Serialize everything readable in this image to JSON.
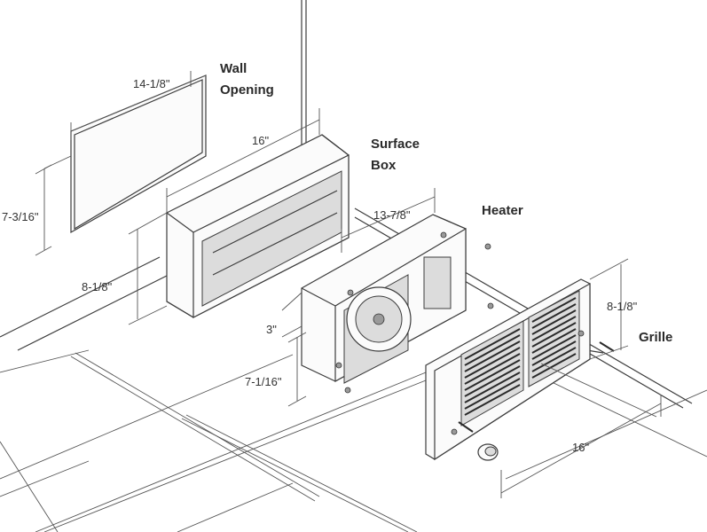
{
  "labels": {
    "wall_opening": [
      "Wall",
      "Opening"
    ],
    "surface_box": [
      "Surface",
      "Box"
    ],
    "heater": "Heater",
    "grille": "Grille"
  },
  "dimensions": {
    "wall_opening_width": "14-1/8\"",
    "wall_opening_height": "7-3/16\"",
    "surface_box_width": "16\"",
    "surface_box_height": "8-1/8\"",
    "heater_width": "13-7/8\"",
    "heater_depth": "3\"",
    "heater_height": "7-1/16\"",
    "grille_height": "8-1/8\"",
    "grille_width": "16\""
  }
}
